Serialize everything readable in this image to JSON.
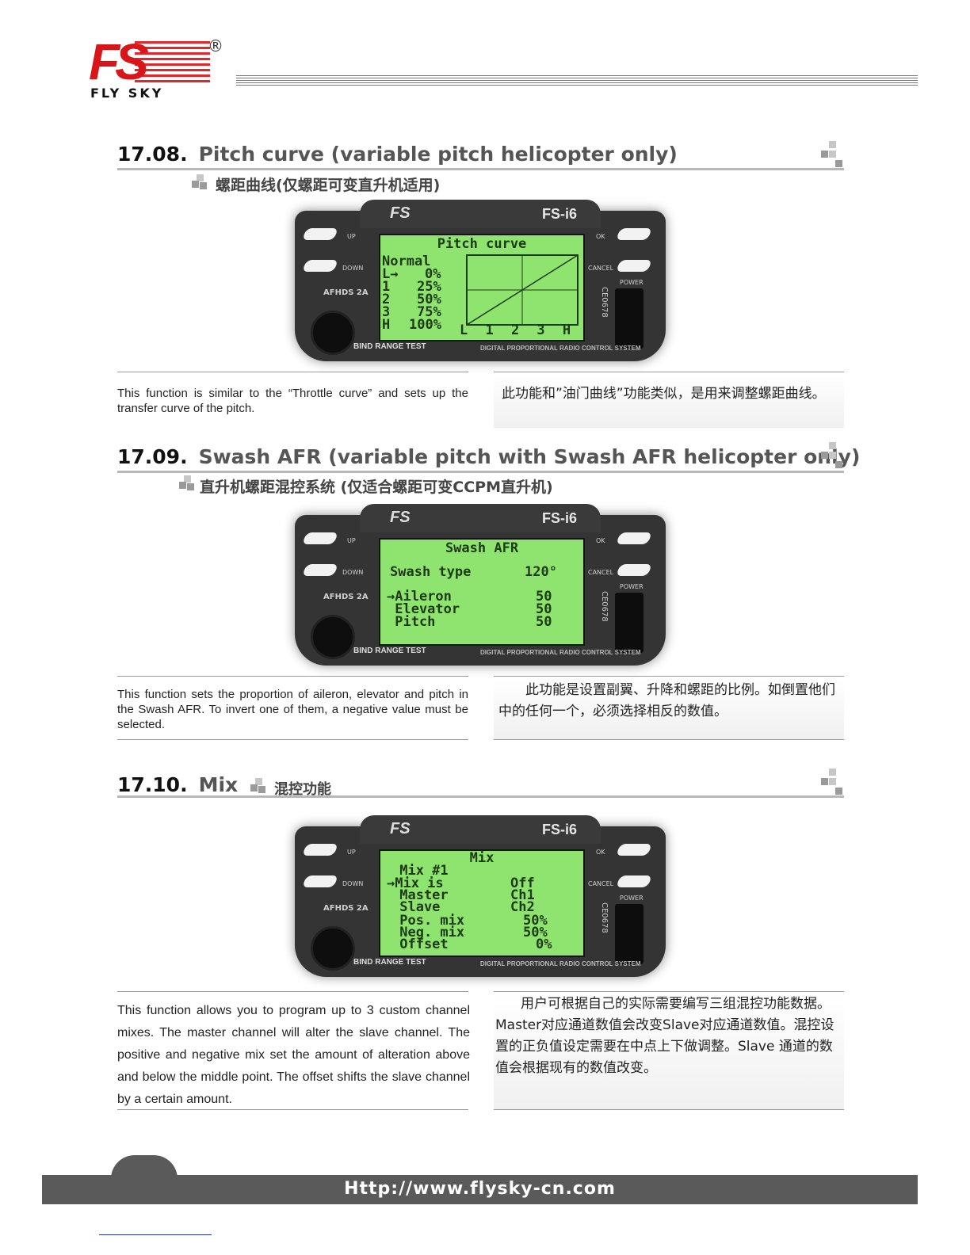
{
  "header": {
    "logo_mark": "FS",
    "logo_text": "FLY SKY",
    "registered": "®"
  },
  "transmitter": {
    "brand": "FS",
    "model": "FS-i6",
    "up": "UP",
    "down": "DOWN",
    "ok": "OK",
    "cancel": "CANCEL",
    "power": "POWER",
    "afhds": "AFHDS 2A",
    "bind": "BIND RANGE TEST",
    "digital": "DIGITAL PROPORTIONAL RADIO CONTROL SYSTEM",
    "ce": "CE0678"
  },
  "sections": [
    {
      "number": "17.08.",
      "title": "Pitch curve (variable pitch helicopter only)",
      "subtitle": "螺距曲线(仅螺距可变直升机适用)",
      "screen": {
        "title": "Pitch curve",
        "mode": "Normal",
        "rows": [
          {
            "label": "L→",
            "value": "0%"
          },
          {
            "label": "1",
            "value": "25%"
          },
          {
            "label": "2",
            "value": "50%"
          },
          {
            "label": "3",
            "value": "75%"
          },
          {
            "label": "H",
            "value": "100%"
          }
        ],
        "axis": "L 1 2 3 H"
      },
      "desc_en": "This function is similar to the “Throttle curve” and sets up the transfer curve of the pitch.",
      "desc_cn": "此功能和”油门曲线”功能类似，是用来调整螺距曲线。"
    },
    {
      "number": "17.09.",
      "title": "Swash AFR (variable pitch with Swash AFR helicopter only)",
      "subtitle": "直升机螺距混控系统 (仅适合螺距可变CCPM直升机)",
      "screen": {
        "title": "Swash AFR",
        "swash_type_label": "Swash type",
        "swash_type_value": "120°",
        "rows": [
          {
            "label": "→Aileron",
            "value": "50"
          },
          {
            "label": " Elevator",
            "value": "50"
          },
          {
            "label": " Pitch",
            "value": "50"
          }
        ]
      },
      "desc_en": "This function sets the proportion of aileron, elevator and pitch in the Swash AFR. To invert one of them, a negative value must be selected.",
      "desc_cn": "此功能是设置副翼、升降和螺距的比例。如倒置他们中的任何一个，必须选择相反的数值。"
    },
    {
      "number": "17.10.",
      "title": "Mix",
      "subtitle": "混控功能",
      "screen": {
        "title": "Mix",
        "rows": [
          {
            "label": " Mix #1",
            "value": ""
          },
          {
            "label": "→Mix is",
            "value": "Off"
          },
          {
            "label": " Master",
            "value": "Ch1"
          },
          {
            "label": " Slave",
            "value": "Ch2"
          },
          {
            "label": " Pos. mix",
            "value": "50%"
          },
          {
            "label": " Neg. mix",
            "value": "50%"
          },
          {
            "label": " Offset",
            "value": "0%"
          }
        ]
      },
      "desc_en": "This function allows you to program up to 3 custom channel mixes. The master channel will alter the slave channel. The positive and negative mix set the amount of alteration above and below the middle point. The offset shifts the slave channel by a certain amount.",
      "desc_cn": "用户可根据自己的实际需要编写三组混控功能数据。Master对应通道数值会改变Slave对应通道数值。混控设置的正负值设定需要在中点上下做调整。Slave 通道的数值会根据现有的数值改变。"
    }
  ],
  "footer": {
    "url": "Http://www.flysky-cn.com"
  }
}
